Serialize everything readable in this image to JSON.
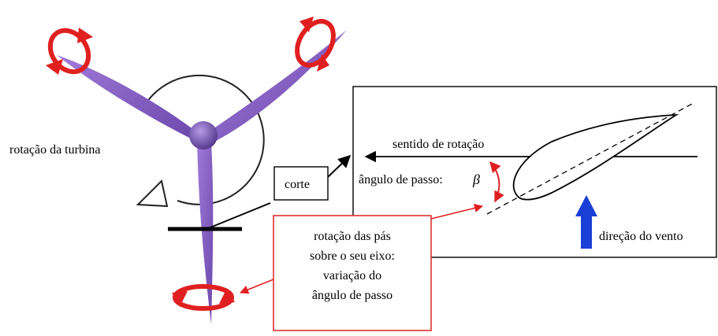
{
  "labels": {
    "turbine_rotation": "rotação da turbina",
    "cut": "corte",
    "rotation_direction": "sentido de rotação",
    "pitch_angle": "ângulo de passo:",
    "beta": "β",
    "wind_direction": "direção do vento",
    "blade_rotation_lines": [
      "rotação das pás",
      "sobre o seu eixo:",
      "variação do",
      "ângulo de passo"
    ]
  },
  "colors": {
    "blade": "#8a63c4",
    "blade_dark": "#5f3f9a",
    "hub": "#6e4fa8",
    "arrow_red": "#e02020",
    "callout_border": "#e03030",
    "wind_arrow": "#1a3fd6",
    "line": "#000000"
  },
  "icons": {
    "blade_rotation_arrows": "circular-arrow-icon",
    "turbine_rotation_arrow": "rotation-arrow-icon",
    "wind_arrow": "up-arrow-icon"
  }
}
